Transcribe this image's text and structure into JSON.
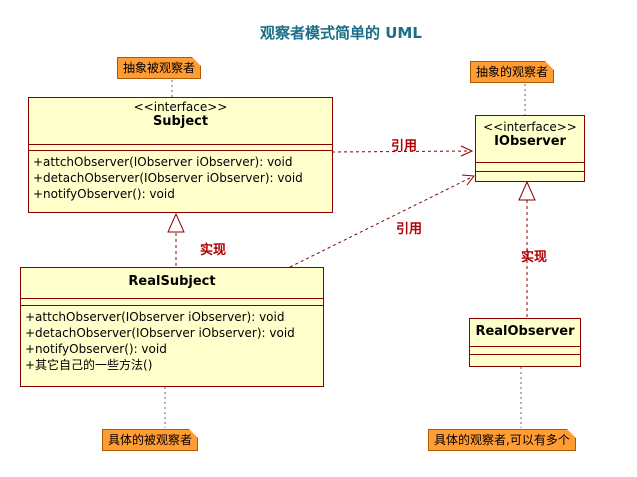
{
  "title": "观察者模式简单的 UML",
  "notes": {
    "subject": "抽象被观察者",
    "iobserver": "抽象的观察者",
    "real_subject": "具体的被观察者",
    "real_observer": "具体的观察者,可以有多个"
  },
  "relations": {
    "uses_top": "引用",
    "uses_bottom": "引用",
    "realize_left": "实现",
    "realize_right": "实现"
  },
  "classes": {
    "subject": {
      "stereotype": "<<interface>>",
      "name": "Subject",
      "operations": [
        "+attchObserver(IObserver iObserver): void",
        "+detachObserver(IObserver iObserver): void",
        "+notifyObserver(): void"
      ]
    },
    "iobserver": {
      "stereotype": "<<interface>>",
      "name": "IObserver"
    },
    "real_subject": {
      "name": "RealSubject",
      "operations": [
        "+attchObserver(IObserver iObserver): void",
        "+detachObserver(IObserver iObserver): void",
        "+notifyObserver(): void",
        "+其它自己的一些方法()"
      ]
    },
    "real_observer": {
      "name": "RealObserver"
    }
  },
  "colors": {
    "title": "#1a6e87",
    "class_fill": "#ffffcc",
    "class_border": "#8a0000",
    "note_fill": "#ff9c33",
    "relation_label": "#b00000"
  }
}
